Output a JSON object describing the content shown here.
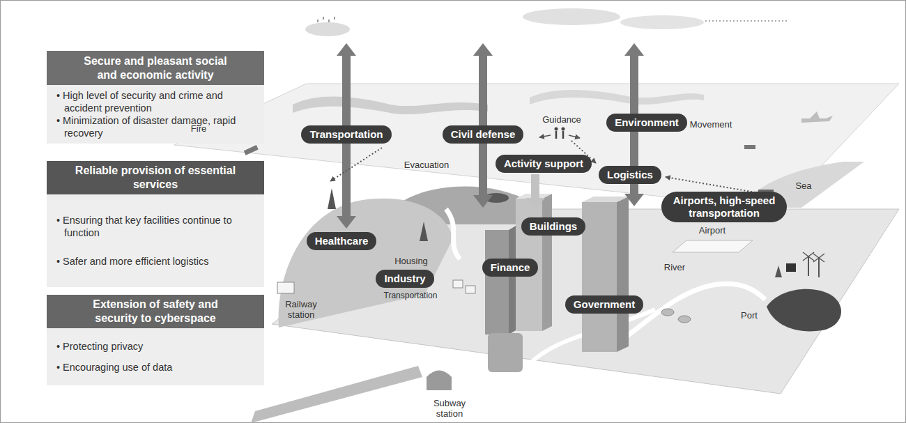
{
  "diagram": {
    "nodes": [
      {
        "text": [
          "Secure and pleasant social and economic activity",
          "• High level of security and crime and accident prevention",
          "• Minimization of disaster damage, rapid recovery"
        ]
      },
      {
        "text": [
          "Reliable provision of essential services",
          "• Ensuring that key facilities continue to function",
          "• Safer and more efficient logistics"
        ]
      },
      {
        "text": [
          "Extension of safety and security to cyberspace",
          "• Protecting privacy",
          "• Encouraging use of data"
        ]
      },
      {
        "text": [
          "Transportation"
        ]
      },
      {
        "text": [
          "Civil defense"
        ]
      },
      {
        "text": [
          "Environment"
        ]
      },
      {
        "text": [
          "Activity support"
        ]
      },
      {
        "text": [
          "Logistics"
        ]
      },
      {
        "text": [
          "Airports, high-speed transportation"
        ]
      },
      {
        "text": [
          "Buildings"
        ]
      },
      {
        "text": [
          "Healthcare"
        ]
      },
      {
        "text": [
          "Finance"
        ]
      },
      {
        "text": [
          "Industry"
        ]
      },
      {
        "text": [
          "Government"
        ]
      }
    ],
    "labels": [
      "Fire",
      "Guidance",
      "Evacuation",
      "Movement",
      "Sea",
      "Housing",
      "Railway station",
      "Transportation",
      "Subway station",
      "Airport",
      "River",
      "Port"
    ]
  }
}
